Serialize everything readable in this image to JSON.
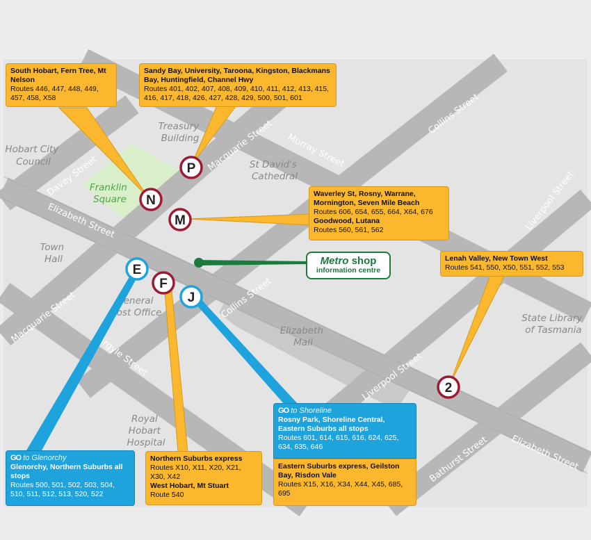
{
  "streets": {
    "davey": "Davey Street",
    "macquarie_top": "Macquarie Street",
    "murray": "Murray Street",
    "collins_top": "Collins Street",
    "liverpool_right": "Liverpool Street",
    "elizabeth_left": "Elizabeth Street",
    "macquarie_left": "Macquarie Street",
    "collins_mid": "Collins Street",
    "argyle": "Argyle Street",
    "liverpool_mid": "Liverpool Street",
    "bathurst": "Bathurst Street",
    "elizabeth_right": "Elizabeth Street"
  },
  "places": {
    "hobart_council": [
      "Hobart City",
      "Council"
    ],
    "treasury": [
      "Treasury",
      "Building"
    ],
    "franklin": [
      "Franklin",
      "Square"
    ],
    "st_davids": [
      "St David's",
      "Cathedral"
    ],
    "town_hall": [
      "Town",
      "Hall"
    ],
    "gpo": [
      "General",
      "Post Office"
    ],
    "elizabeth_mall": [
      "Elizabeth",
      "Mall"
    ],
    "state_library": [
      "State Library",
      "of Tasmania"
    ],
    "royal_hobart": [
      "Royal",
      "Hobart",
      "Hospital"
    ]
  },
  "stops": {
    "n": "N",
    "p": "P",
    "m": "M",
    "e": "E",
    "f": "F",
    "j": "J",
    "two": "2"
  },
  "metro_shop": {
    "brand": "Metro",
    "shop": "shop",
    "line2": "information centre"
  },
  "boxes": {
    "south_hobart": {
      "title": "South Hobart, Fern Tree, Mt Nelson",
      "routes": "Routes 446, 447, 448, 449, 457, 458, X58"
    },
    "sandy_bay": {
      "title": "Sandy Bay, University, Taroona, Kingston, Blackmans Bay, Huntingfield, Channel Hwy",
      "routes": "Routes 401, 402, 407, 408, 409, 410, 411, 412, 413, 415, 416, 417, 418, 426, 427, 428, 429, 500, 501, 601"
    },
    "waverley": {
      "title1": "Waverley St, Rosny, Warrane, Mornington, Seven Mile Beach",
      "routes1": "Routes 606, 654, 655, 664, X64, 676",
      "title2": "Goodwood, Lutana",
      "routes2": "Routes 560, 561, 562"
    },
    "lenah": {
      "title": "Lenah Valley, New Town West",
      "routes": "Routes 541, 550, X50, 551, 552, 553"
    },
    "glenorchy": {
      "go": "GO",
      "go_to": "to Glenorchy",
      "title": "Glenorchy, Northern Suburbs all stops",
      "routes": "Routes 500, 501, 502, 503, 504, 510, 511, 512, 513, 520, 522"
    },
    "northern": {
      "title1": "Northern Suburbs express",
      "routes1": "Routes X10, X11, X20, X21, X30, X42",
      "title2": "West Hobart, Mt Stuart",
      "routes2": "Route 540"
    },
    "shoreline": {
      "go": "GO",
      "go_to": "to Shoreline",
      "title": "Rosny Park, Shoreline Central, Eastern Suburbs all stops",
      "routes": "Routes 601, 614, 615, 616, 624, 625, 634, 635, 646"
    },
    "eastern_express": {
      "title": "Eastern Suburbs express, Geilston Bay, Risdon Vale",
      "routes": "Routes X15, X16, X34, X44, X45, 685, 695"
    }
  },
  "colors": {
    "road": "#b7b7b7",
    "block": "#e4e4e4",
    "mall": "#c8c8c8",
    "park": "#d9efc9",
    "callout_yellow": "#fbb72d",
    "callout_blue": "#1fa3dc",
    "stop_ring_red": "#9b1b35",
    "stop_ring_blue": "#1fa3dc",
    "metro_green": "#1c7a3c"
  }
}
